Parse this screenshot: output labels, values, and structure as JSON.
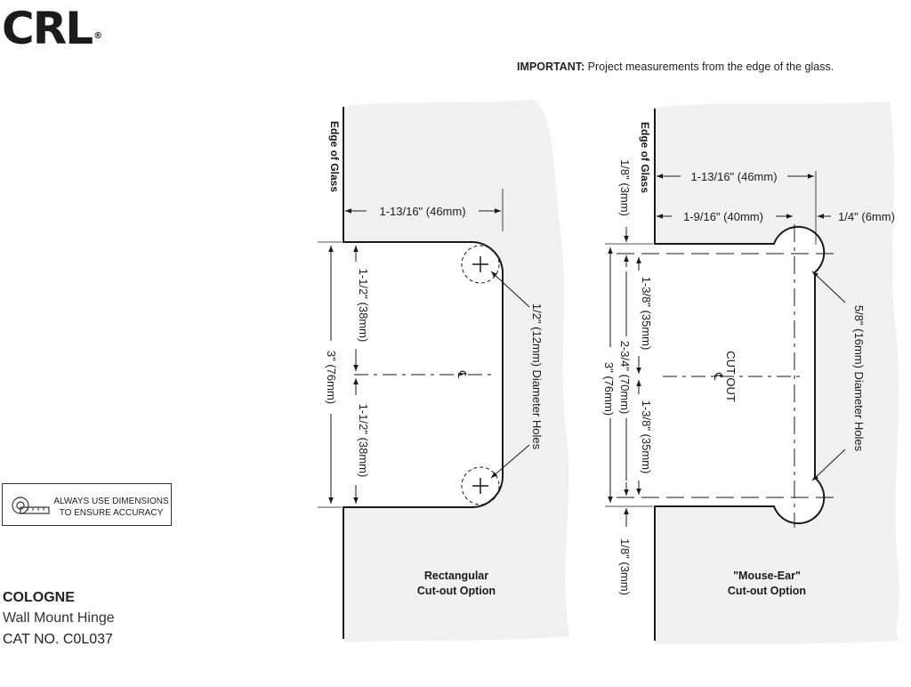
{
  "brand": {
    "logo_text": "CRL",
    "reg_mark": "®"
  },
  "note": {
    "label": "IMPORTANT:",
    "text": "Project measurements from the edge of the glass."
  },
  "tape_notice": {
    "line1": "ALWAYS USE DIMENSIONS",
    "line2": "TO ENSURE ACCURACY",
    "icon": "tape-measure-icon"
  },
  "product": {
    "name": "COLOGNE",
    "description": "Wall Mount Hinge",
    "catalog": "CAT NO. C0L037"
  },
  "left_diagram": {
    "edge_label": "Edge of Glass",
    "width_dim": "1-13/16\" (46mm)",
    "total_height_dim": "3\" (76mm)",
    "upper_half_dim": "1-1/2\" (38mm)",
    "lower_half_dim": "1-1/2\" (38mm)",
    "holes_label": "1/2\" (12mm) Diameter Holes",
    "centerline_symbol": "℄",
    "caption_line1": "Rectangular",
    "caption_line2": "Cut-out Option"
  },
  "right_diagram": {
    "edge_label": "Edge of Glass",
    "width_dim": "1-13/16\" (46mm)",
    "inner_width_dim": "1-9/16\" (40mm)",
    "ear_offset_dim": "1/4\" (6mm)",
    "top_offset_dim": "1/8\" (3mm)",
    "bottom_offset_dim": "1/8\" (3mm)",
    "upper_half_dim": "1-3/8\" (35mm)",
    "lower_half_dim": "1-3/8\" (35mm)",
    "inner_height_dim": "2-3/4\" (70mm)",
    "total_height_dim": "3\" (76mm)",
    "holes_label": "5/8\" (16mm) Diameter Holes",
    "cutout_label": "CUT OUT",
    "centerline_symbol": "℄",
    "caption_line1": "\"Mouse-Ear\"",
    "caption_line2": "Cut-out Option"
  },
  "colors": {
    "glass_fill": "#f1f1f1",
    "line": "#1a1a1a"
  }
}
